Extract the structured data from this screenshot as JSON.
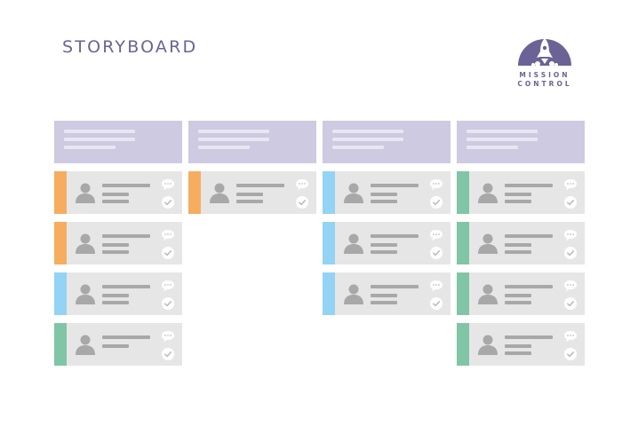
{
  "page": {
    "title": "STORYBOARD"
  },
  "logo": {
    "line1": "MISSION",
    "line2": "CONTROL"
  },
  "colors": {
    "orange": "#f6ad5f",
    "blue": "#93d3f3",
    "green": "#7fc5a6",
    "header": "#cdcae1",
    "card": "#e6e6e6",
    "brand": "#6b6396"
  },
  "icons": [
    "person-icon",
    "chat-bubble-icon",
    "checkmark-icon",
    "rocket-icon"
  ],
  "columns": [
    {
      "cards": [
        "orange",
        "orange",
        "blue",
        "green"
      ]
    },
    {
      "cards": [
        "orange"
      ]
    },
    {
      "cards": [
        "blue",
        "blue",
        "blue"
      ]
    },
    {
      "cards": [
        "green",
        "green",
        "green",
        "green"
      ]
    }
  ]
}
